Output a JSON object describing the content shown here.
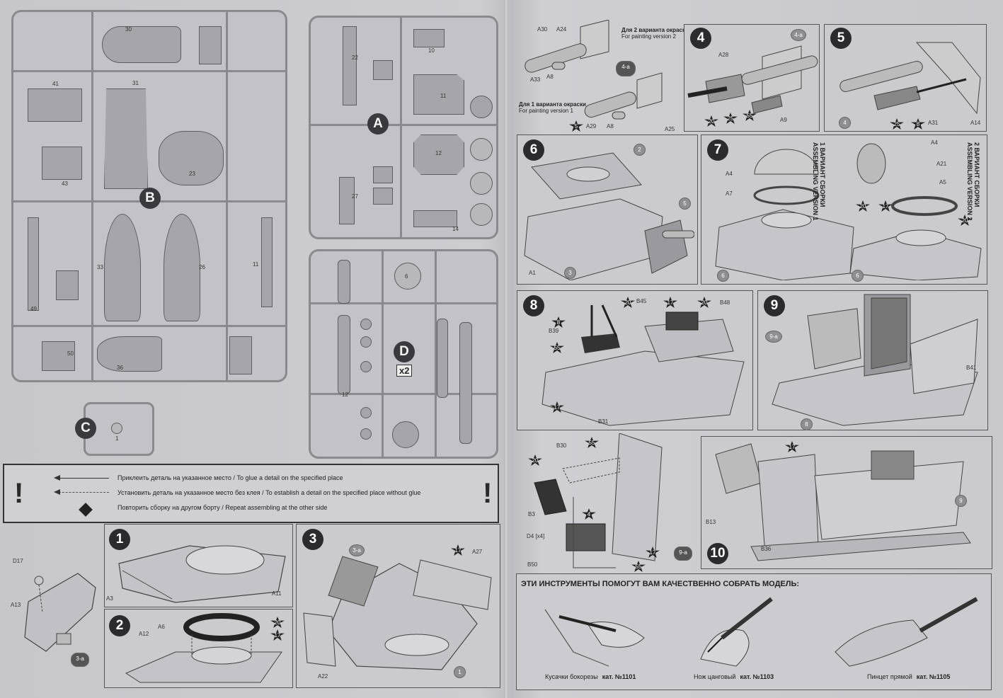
{
  "sprues": {
    "A": {
      "letter": "A"
    },
    "B": {
      "letter": "B"
    },
    "C": {
      "letter": "C"
    },
    "D": {
      "letter": "D",
      "multiplier": "x2"
    }
  },
  "legend": {
    "glue_ru": "Приклеить деталь на указанное место",
    "glue_en": "To glue a detail on the specified place",
    "noglue_ru": "Установить деталь на указанное место без клея",
    "noglue_en": "To establish a detail on the specified place without glue",
    "repeat_ru": "Повторить сборку на другом борту",
    "repeat_en": "Repeat assembling at the other side",
    "separator": "/",
    "bang": "!"
  },
  "steps": [
    {
      "num": "1",
      "parts": [
        "A3",
        "A11"
      ]
    },
    {
      "num": "2",
      "parts": [
        "A6",
        "A12"
      ],
      "marks": [
        "20",
        "17"
      ]
    },
    {
      "num": "3",
      "parts": [
        "A27",
        "A22"
      ],
      "marks": [
        "17",
        "3-a",
        "1"
      ]
    },
    {
      "num": "3-a",
      "parts": [
        "D17",
        "A13"
      ]
    },
    {
      "num": "4-a",
      "parts": [
        "A30",
        "A24",
        "A33",
        "A8",
        "A29",
        "A8",
        "A25"
      ],
      "marks": [
        "5"
      ],
      "version2_ru": "Для 2 варианта окраски",
      "version2_en": "For painting version 2",
      "version1_ru": "Для 1 варианта окраски",
      "version1_en": "For painting version 1"
    },
    {
      "num": "4",
      "parts": [
        "A28",
        "A9"
      ],
      "marks": [
        "4-a",
        "20",
        "25",
        "55"
      ]
    },
    {
      "num": "5",
      "parts": [
        "A31",
        "A14"
      ],
      "marks": [
        "4",
        "25",
        "8"
      ]
    },
    {
      "num": "6",
      "parts": [
        "A1"
      ],
      "marks": [
        "2",
        "3",
        "5"
      ]
    },
    {
      "num": "7",
      "parts": [
        "A4",
        "A7",
        "A4",
        "A21",
        "A5"
      ],
      "marks": [
        "6",
        "6",
        "20",
        "17",
        "20"
      ],
      "variant1_ru": "1 ВАРИАНТ СБОРКИ",
      "variant1_en": "ASSEMBLING VERSION 1",
      "variant2_ru": "2 ВАРИАНТ СБОРКИ",
      "variant2_en": "ASSEMBLING VERSION 2"
    },
    {
      "num": "8",
      "parts": [
        "B39",
        "B45",
        "B48",
        "B31"
      ],
      "marks": [
        "8",
        "20",
        "17",
        "20",
        "55",
        "17"
      ]
    },
    {
      "num": "9",
      "parts": [
        "B41"
      ],
      "marks": [
        "9-a",
        "8"
      ]
    },
    {
      "num": "9-a",
      "parts": [
        "B30",
        "B3",
        "D4 [x4]",
        "B50"
      ],
      "marks": [
        "55",
        "20",
        "4",
        "17",
        "55"
      ]
    },
    {
      "num": "10",
      "parts": [
        "B13",
        "B36"
      ],
      "marks": [
        "17",
        "9"
      ]
    }
  ],
  "tools": {
    "title": "ЭТИ ИНСТРУМЕНТЫ ПОМОГУТ ВАМ КАЧЕСТВЕННО СОБРАТЬ МОДЕЛЬ:",
    "items": [
      {
        "name": "Кусачки бокорезы",
        "cat": "кат. №1101"
      },
      {
        "name": "Нож цанговый",
        "cat": "кат. №1103"
      },
      {
        "name": "Пинцет прямой",
        "cat": "кат. №1105"
      }
    ]
  }
}
